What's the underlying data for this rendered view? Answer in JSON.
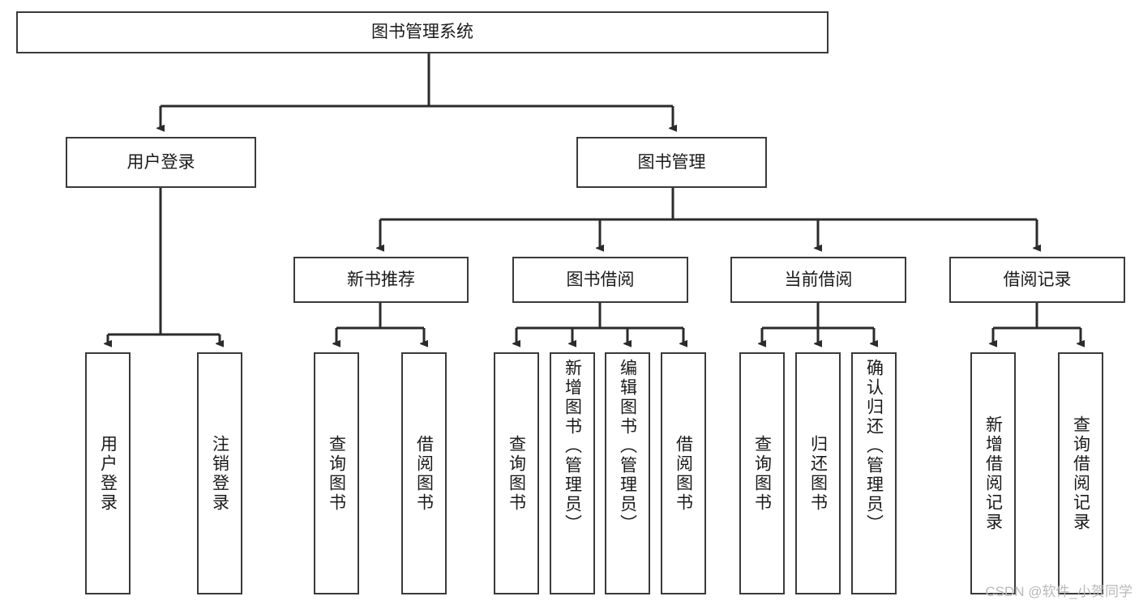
{
  "diagram": {
    "title": "图书管理系统",
    "type": "hierarchy-tree",
    "watermark": "CSDN @软件_小贺同学",
    "colors": {
      "box_border": "#3a3a3a",
      "box_fill": "#ffffff",
      "edge": "#2b2b2b",
      "text": "#1a1a1a",
      "watermark": "#b9b9b9",
      "background": "#ffffff"
    },
    "nodes": {
      "root": {
        "label": "图书管理系统",
        "level": 0,
        "orientation": "horizontal"
      },
      "l2_0": {
        "label": "用户登录",
        "level": 1,
        "orientation": "horizontal"
      },
      "l2_1": {
        "label": "图书管理",
        "level": 1,
        "orientation": "horizontal"
      },
      "l3_0": {
        "label": "新书推荐",
        "level": 2,
        "orientation": "horizontal"
      },
      "l3_1": {
        "label": "图书借阅",
        "level": 2,
        "orientation": "horizontal"
      },
      "l3_2": {
        "label": "当前借阅",
        "level": 2,
        "orientation": "horizontal"
      },
      "l3_3": {
        "label": "借阅记录",
        "level": 2,
        "orientation": "horizontal"
      },
      "leaf_0": {
        "label": "用户登录",
        "level": 3,
        "orientation": "vertical",
        "parent": "用户登录"
      },
      "leaf_1": {
        "label": "注销登录",
        "level": 3,
        "orientation": "vertical",
        "parent": "用户登录"
      },
      "leaf_2": {
        "label": "查询图书",
        "level": 3,
        "orientation": "vertical",
        "parent": "新书推荐"
      },
      "leaf_3": {
        "label": "借阅图书",
        "level": 3,
        "orientation": "vertical",
        "parent": "新书推荐"
      },
      "leaf_4": {
        "label": "查询图书",
        "level": 3,
        "orientation": "vertical",
        "parent": "图书借阅"
      },
      "leaf_5": {
        "label": "新增图书（管理员）",
        "level": 3,
        "orientation": "vertical",
        "parent": "图书借阅"
      },
      "leaf_6": {
        "label": "编辑图书（管理员）",
        "level": 3,
        "orientation": "vertical",
        "parent": "图书借阅"
      },
      "leaf_7": {
        "label": "借阅图书",
        "level": 3,
        "orientation": "vertical",
        "parent": "图书借阅"
      },
      "leaf_8": {
        "label": "查询图书",
        "level": 3,
        "orientation": "vertical",
        "parent": "当前借阅"
      },
      "leaf_9": {
        "label": "归还图书",
        "level": 3,
        "orientation": "vertical",
        "parent": "当前借阅"
      },
      "leaf_10": {
        "label": "确认归还（管理员）",
        "level": 3,
        "orientation": "vertical",
        "parent": "当前借阅"
      },
      "leaf_11": {
        "label": "新增借阅记录",
        "level": 3,
        "orientation": "vertical",
        "parent": "借阅记录"
      },
      "leaf_12": {
        "label": "查询借阅记录",
        "level": 3,
        "orientation": "vertical",
        "parent": "借阅记录"
      }
    }
  }
}
